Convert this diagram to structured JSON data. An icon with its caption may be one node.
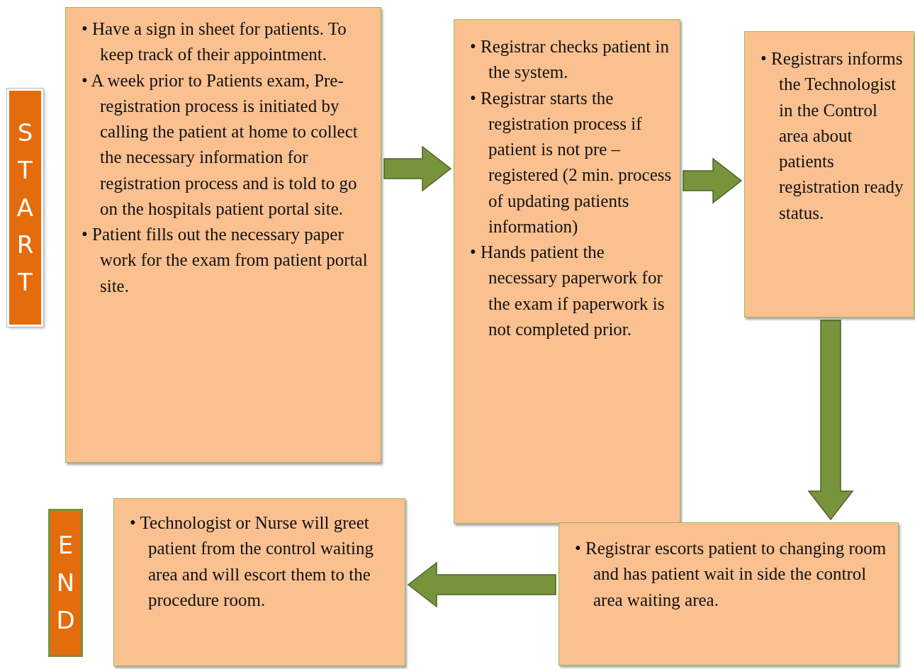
{
  "diagram": {
    "nodes": [
      {
        "text": [
          "START"
        ]
      },
      {
        "text": [
          "• Have a sign in sheet for patients. To keep track of their appointment.",
          "• A  week prior to Patients exam, Pre-registration process is initiated by calling the patient at home to collect the necessary information for registration process and is told to go on the hospitals patient portal site.",
          "• Patient fills out the necessary paper work for the exam from patient portal site."
        ]
      },
      {
        "text": [
          "• Registrar checks patient in the system.",
          "• Registrar starts the registration process if patient is not pre – registered (2 min. process of updating patients information)",
          "• Hands patient the necessary paperwork for the exam if paperwork is not completed prior."
        ]
      },
      {
        "text": [
          "• Registrars informs the Technologist in the Control area about patients registration ready status."
        ]
      },
      {
        "text": [
          "• Registrar escorts patient to changing room and has patient wait in side the control area waiting area."
        ]
      },
      {
        "text": [
          "• Technologist  or Nurse will greet patient from the control  waiting area and will escort  them to the procedure room."
        ]
      },
      {
        "text": [
          "END"
        ]
      }
    ],
    "edges": [
      {
        "from": 1,
        "to": 2,
        "arrow": "to"
      },
      {
        "from": 2,
        "to": 3,
        "arrow": "to"
      },
      {
        "from": 3,
        "to": 4,
        "arrow": "to"
      },
      {
        "from": 4,
        "to": 5,
        "arrow": "to"
      }
    ]
  }
}
